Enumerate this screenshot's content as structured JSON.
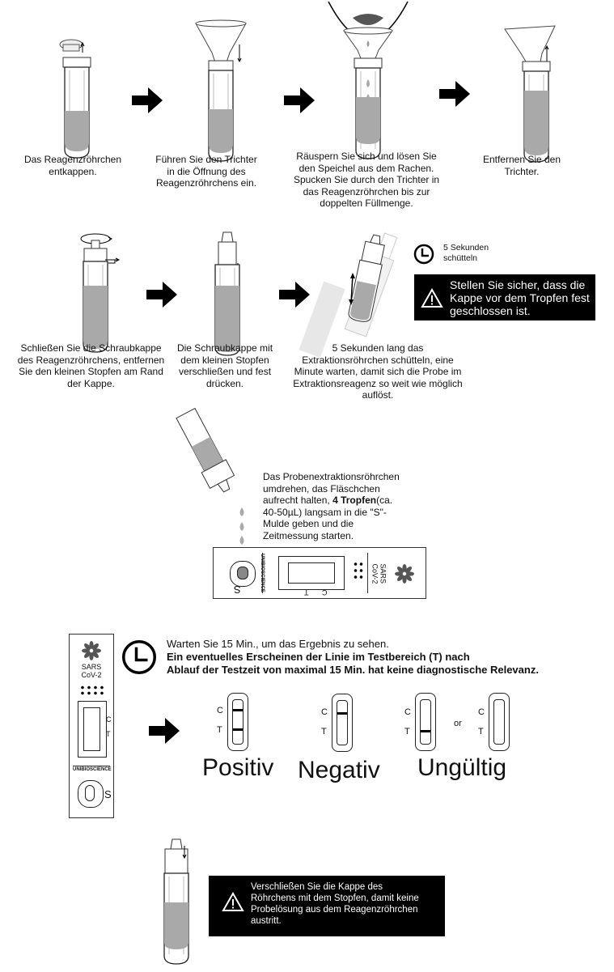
{
  "steps": {
    "s1": "Das Reagenzröhrchen entkappen.",
    "s2": "Führen Sie den Trichter in die Öffnung des Reagenzröhrchens ein.",
    "s3": "Räuspern Sie sich und lösen Sie den Speichel aus dem Rachen. Spucken Sie durch den Trichter in das Reagenzröhrchen bis zur doppelten Füllmenge.",
    "s4": "Entfernen Sie den Trichter.",
    "s5": "Schließen Sie die Schraubkappe des Reagenzröhrchens, entfernen Sie den kleinen Stopfen am Rand der Kappe.",
    "s6": "Die Schraubkappe mit dem kleinen Stopfen verschließen und fest drücken.",
    "s7": "5 Sekunden lang das Extraktionsröhrchen schütteln, eine Minute warten, damit sich die Probe im Extraktionsreagenz so weit wie möglich auflöst."
  },
  "timer_label": "5 Sekunden schütteln",
  "warning1": "Stellen Sie sicher, dass die Kappe vor dem Tropfen fest geschlossen ist.",
  "drop_step": {
    "before": "Das Probenextraktionsröhrchen umdrehen, das Fläschchen aufrecht halten, ",
    "bold": "4 Tropfen",
    "after": "(ca. 40-50µL) langsam in die \"S\"-Mulde geben und die Zeitmessung starten."
  },
  "cassette": {
    "brand": "UNIBIOSCIENCE",
    "product_line1": "SARS",
    "product_line2": "CoV-2",
    "label_c": "C",
    "label_t": "T",
    "label_s": "S"
  },
  "result": {
    "wait_text": "Warten Sie 15 Min., um das Ergebnis zu sehen.",
    "bold_line1": "Ein eventuelles Erscheinen der Linie im Testbereich (T) nach",
    "bold_line2": "Ablauf der Testzeit von maximal 15 Min. hat keine diagnostische Relevanz.",
    "positive": "Positiv",
    "negative": "Negativ",
    "invalid": "Ungültig",
    "or": "or"
  },
  "warning2": "Verschließen Sie die Kappe des Röhrchens mit dem Stopfen, damit keine Probelösung aus dem Reagenzröhrchen austritt."
}
